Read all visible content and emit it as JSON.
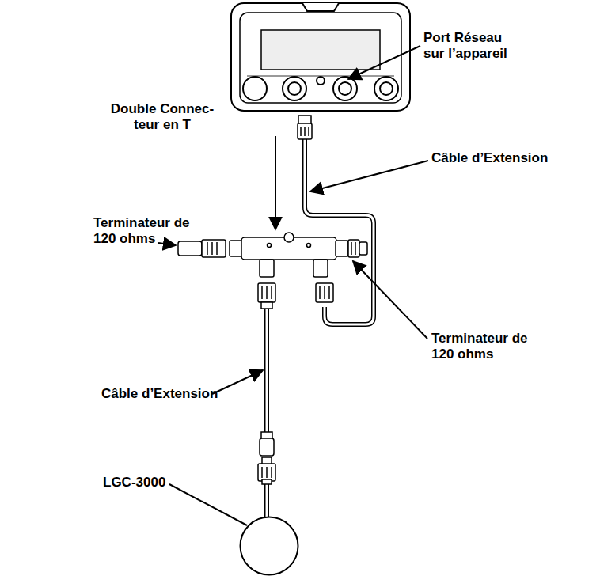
{
  "diagram": {
    "nodes": [
      {
        "text": [
          "LGC-3000"
        ]
      }
    ],
    "labels": [
      "Port Réseau sur l’appareil",
      "Double Connec- teur en T",
      "Câble d’Extension",
      "Terminateur de 120 ohms",
      "Terminateur de 120 ohms",
      "Câble d’Extension"
    ]
  }
}
